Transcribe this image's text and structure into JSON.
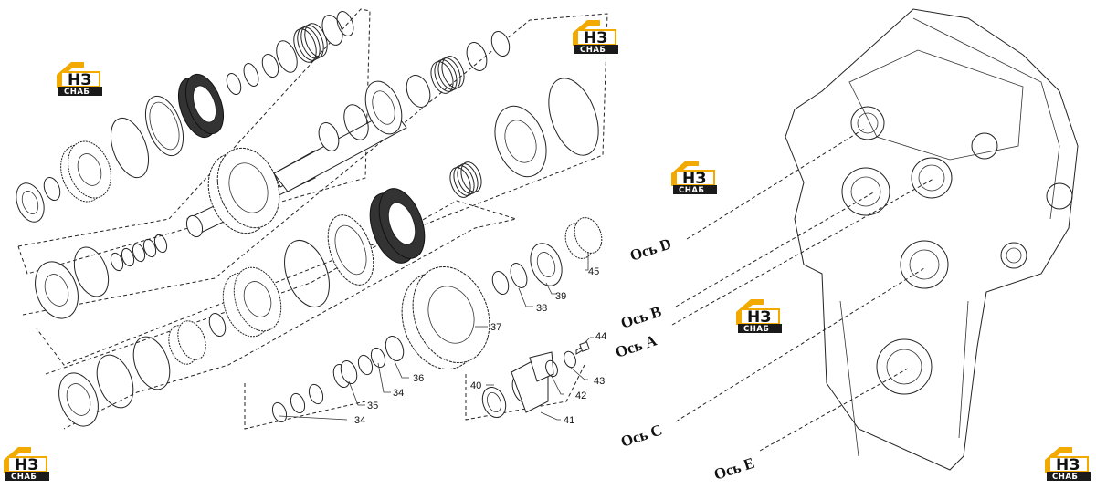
{
  "logo": {
    "top": "НЗ",
    "bottom": "СНАБ",
    "accent": "#f2a900",
    "dark": "#1a1a1a"
  },
  "part_numbers": {
    "p34a": "34",
    "p34b": "34",
    "p35": "35",
    "p36": "36",
    "p37": "37",
    "p38": "38",
    "p39": "39",
    "p40": "40",
    "p41": "41",
    "p42": "42",
    "p43": "43",
    "p44": "44",
    "p45": "45"
  },
  "axes": {
    "d": "Ось D",
    "b": "Ось B",
    "a": "Ось A",
    "c": "Ось C",
    "e": "Ось E"
  }
}
